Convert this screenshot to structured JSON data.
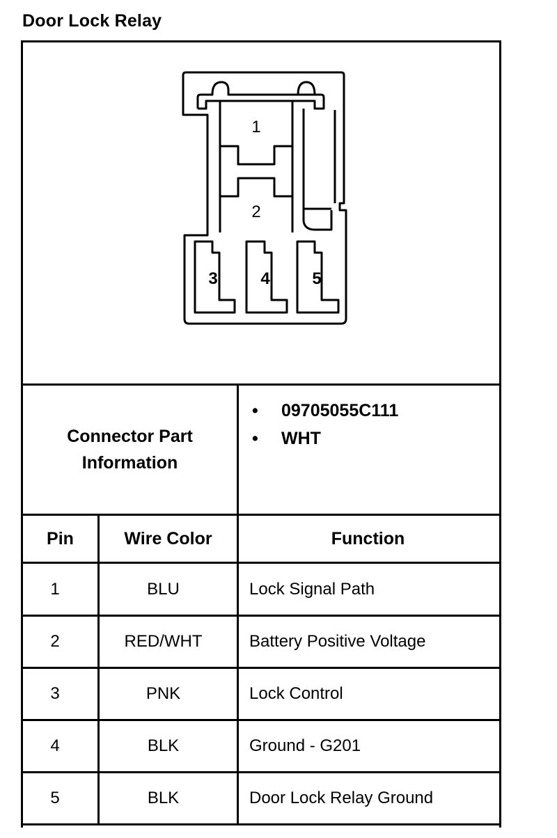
{
  "title": "Door Lock Relay",
  "connector": {
    "pin_labels": [
      "1",
      "2",
      "3",
      "4",
      "5"
    ]
  },
  "part_info": {
    "label_line1": "Connector Part",
    "label_line2": "Information",
    "bullet": "•",
    "items": [
      "09705055C111",
      "WHT"
    ]
  },
  "table": {
    "headers": {
      "pin": "Pin",
      "wire_color": "Wire Color",
      "function": "Function"
    },
    "rows": [
      {
        "pin": "1",
        "wire_color": "BLU",
        "function": "Lock Signal Path"
      },
      {
        "pin": "2",
        "wire_color": "RED/WHT",
        "function": "Battery Positive Voltage"
      },
      {
        "pin": "3",
        "wire_color": "PNK",
        "function": "Lock Control"
      },
      {
        "pin": "4",
        "wire_color": "BLK",
        "function": "Ground - G201"
      },
      {
        "pin": "5",
        "wire_color": "BLK",
        "function": "Door Lock Relay Ground"
      }
    ]
  }
}
